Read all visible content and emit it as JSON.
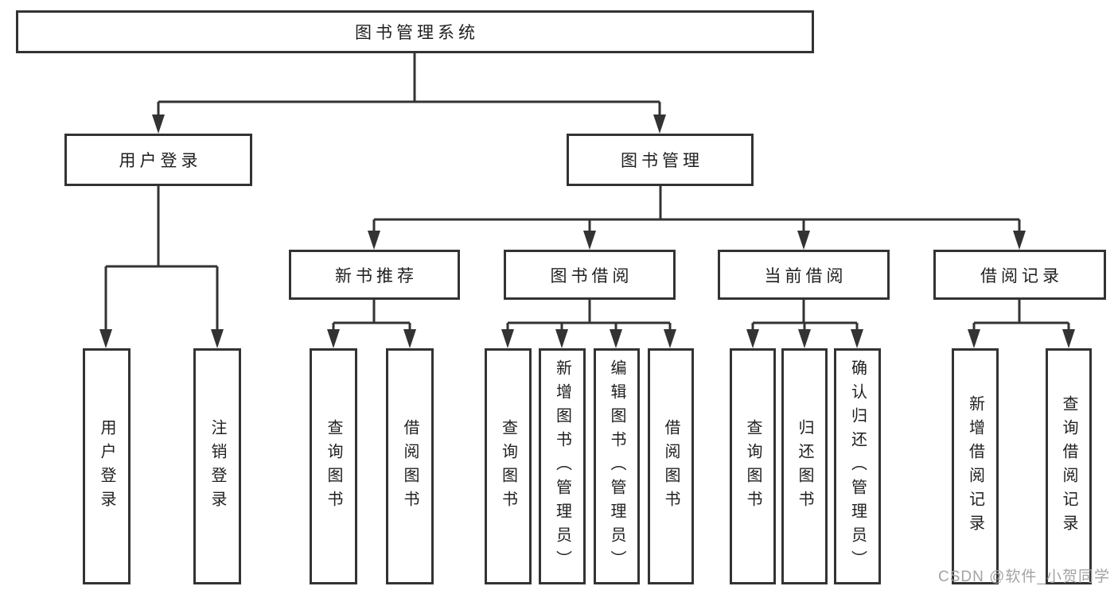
{
  "diagram": {
    "type": "hierarchy-tree",
    "title": "图书管理系统"
  },
  "colors": {
    "background": "#ffffff",
    "line": "#333333",
    "box_border": "#333333",
    "text": "#1f1f1f",
    "watermark": "#9e9e9e"
  },
  "tree": {
    "root": {
      "label": "图书管理系统",
      "children": [
        {
          "label": "用户登录",
          "children": [
            {
              "label": "用户登录"
            },
            {
              "label": "注销登录"
            }
          ]
        },
        {
          "label": "图书管理",
          "children": [
            {
              "label": "新书推荐",
              "children": [
                {
                  "label": "查询图书"
                },
                {
                  "label": "借阅图书"
                }
              ]
            },
            {
              "label": "图书借阅",
              "children": [
                {
                  "label": "查询图书"
                },
                {
                  "label": "新增图书（管理员）"
                },
                {
                  "label": "编辑图书（管理员）"
                },
                {
                  "label": "借阅图书"
                }
              ]
            },
            {
              "label": "当前借阅",
              "children": [
                {
                  "label": "查询图书"
                },
                {
                  "label": "归还图书"
                },
                {
                  "label": "确认归还（管理员）"
                }
              ]
            },
            {
              "label": "借阅记录",
              "children": [
                {
                  "label": "新增借阅记录"
                },
                {
                  "label": "查询借阅记录"
                }
              ]
            }
          ]
        }
      ]
    }
  },
  "watermark": {
    "text": "CSDN @软件_小贺同学"
  }
}
